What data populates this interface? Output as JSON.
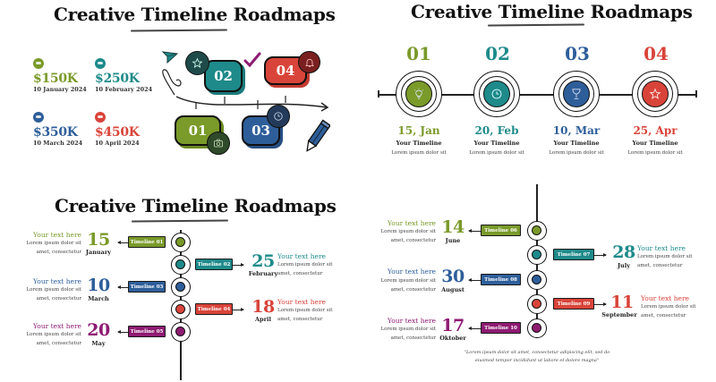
{
  "colors": {
    "green": "#7a9a2a",
    "teal": "#1e8a8a",
    "blue": "#2e5e9a",
    "red": "#d9443a",
    "purple": "#8e1b72",
    "dark_green": "#2e4a2a",
    "dark_teal": "#1f4a4a",
    "dark_red": "#7a1f1f",
    "dark_blue": "#243a5a"
  },
  "slide1": {
    "title": "Creative Timeline Roadmaps",
    "stats": [
      {
        "value": "$150K",
        "date": "10 January 2024",
        "color": "green",
        "icon": "money-icon"
      },
      {
        "value": "$250K",
        "date": "10 February 2024",
        "color": "teal",
        "icon": "money-icon"
      },
      {
        "value": "$350K",
        "date": "10 March 2024",
        "color": "blue",
        "icon": "money-icon"
      },
      {
        "value": "$450K",
        "date": "10 April 2024",
        "color": "red",
        "icon": "money-icon"
      }
    ],
    "steps": [
      {
        "label": "01",
        "icon": "camera-icon"
      },
      {
        "label": "02",
        "icon": "star-icon"
      },
      {
        "label": "03",
        "icon": "clock-icon"
      },
      {
        "label": "04",
        "icon": "bell-icon"
      }
    ],
    "decor": [
      "paper-plane-icon",
      "checkmark-icon",
      "pencil-icon"
    ]
  },
  "slide2": {
    "title": "Creative Timeline Roadmaps",
    "milestones": [
      {
        "number": "01",
        "date": "15, Jan",
        "heading": "Your Timeline",
        "text": "Lorem ipsum dolor sit",
        "icon": "lightbulb-icon"
      },
      {
        "number": "02",
        "date": "20, Feb",
        "heading": "Your Timeline",
        "text": "Lorem ipsum dolor sit",
        "icon": "clock-icon"
      },
      {
        "number": "03",
        "date": "10, Mar",
        "heading": "Your Timeline",
        "text": "Lorem ipsum dolor sit",
        "icon": "trophy-icon"
      },
      {
        "number": "04",
        "date": "25, Apr",
        "heading": "Your Timeline",
        "text": "Lorem ipsum dolor sit",
        "icon": "star-icon"
      }
    ]
  },
  "slide3": {
    "title": "Creative Timeline Roadmaps",
    "entries": [
      {
        "tag": "Timeline 01",
        "day": "15",
        "month": "January",
        "heading": "Your text here",
        "line1": "Lorem ipsum dolor sit",
        "line2": "amet, consectetur",
        "side": "left"
      },
      {
        "tag": "Timeline 02",
        "day": "25",
        "month": "February",
        "heading": "Your text here",
        "line1": "Lorem ipsum dolor sit",
        "line2": "amet, consectetur",
        "side": "right"
      },
      {
        "tag": "Timeline 03",
        "day": "10",
        "month": "March",
        "heading": "Your text here",
        "line1": "Lorem ipsum dolor sit",
        "line2": "amet, consectetur",
        "side": "left"
      },
      {
        "tag": "Timeline 04",
        "day": "18",
        "month": "April",
        "heading": "Your text here",
        "line1": "Lorem ipsum dolor sit",
        "line2": "amet, consectetur",
        "side": "right"
      },
      {
        "tag": "Timeline 05",
        "day": "20",
        "month": "May",
        "heading": "Your text here",
        "line1": "Lorem ipsum dolor sit",
        "line2": "amet, consectetur",
        "side": "left"
      }
    ]
  },
  "slide4": {
    "entries": [
      {
        "tag": "Timeline 06",
        "day": "14",
        "month": "June",
        "heading": "Your text here",
        "line1": "Lorem ipsum dolor sit",
        "line2": "amet, consectetur",
        "side": "left"
      },
      {
        "tag": "Timeline 07",
        "day": "28",
        "month": "July",
        "heading": "Your text here",
        "line1": "Lorem ipsum dolor sit",
        "line2": "amet, consectetur",
        "side": "right"
      },
      {
        "tag": "Timeline 08",
        "day": "30",
        "month": "August",
        "heading": "Your text here",
        "line1": "Lorem ipsum dolor sit",
        "line2": "amet, consectetur",
        "side": "left"
      },
      {
        "tag": "Timeline 09",
        "day": "11",
        "month": "September",
        "heading": "Your text here",
        "line1": "Lorem ipsum dolor sit",
        "line2": "amet, consectetur",
        "side": "right"
      },
      {
        "tag": "Timeline 10",
        "day": "17",
        "month": "Oktober",
        "heading": "Your text here",
        "line1": "Lorem ipsum dolor sit",
        "line2": "amet, consectetur",
        "side": "left"
      }
    ],
    "quote_line1": "\"Lorem ipsum dolor sit amet, consectetur adipiscing elit, sed do",
    "quote_line2": "eiusmod tempor incididunt ut labore et dolore magna\""
  }
}
